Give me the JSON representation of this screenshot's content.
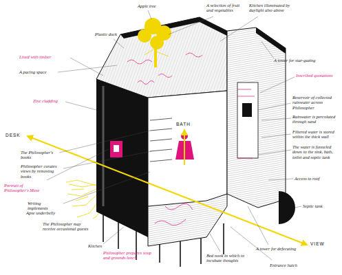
{
  "diagram": {
    "labels": [
      "Apple tree",
      "A selection of fruit and vegetables",
      "Kitchen illuminated by daylight also above",
      "Plastic duck",
      "A tower for star-gazing",
      "Lined with timber",
      "A pacing space",
      "Inscribed quotations",
      "Zinc cladding",
      "Reservoir of collected rainwater across Philosopher",
      "Rainwater is percolated through sand",
      "Filtered water is stored within the thick wall",
      "The water is funneled down to the sink, bath, toilet and septic tank",
      "DESK",
      "BATH",
      "VIEW",
      "The Philosopher's books",
      "Philosopher curates views by removing books",
      "Portrait of Philosopher's Muse",
      "Writing implements",
      "Apse underbelly",
      "The Philosopher may receive occasional guests",
      "Access to roof",
      "Septic tank",
      "A tower for defecating",
      "Kitchen",
      "Philosopher prepares soup and grounds lunch",
      "Bed nook in which to incubate thoughts",
      "Entrance hatch"
    ]
  }
}
